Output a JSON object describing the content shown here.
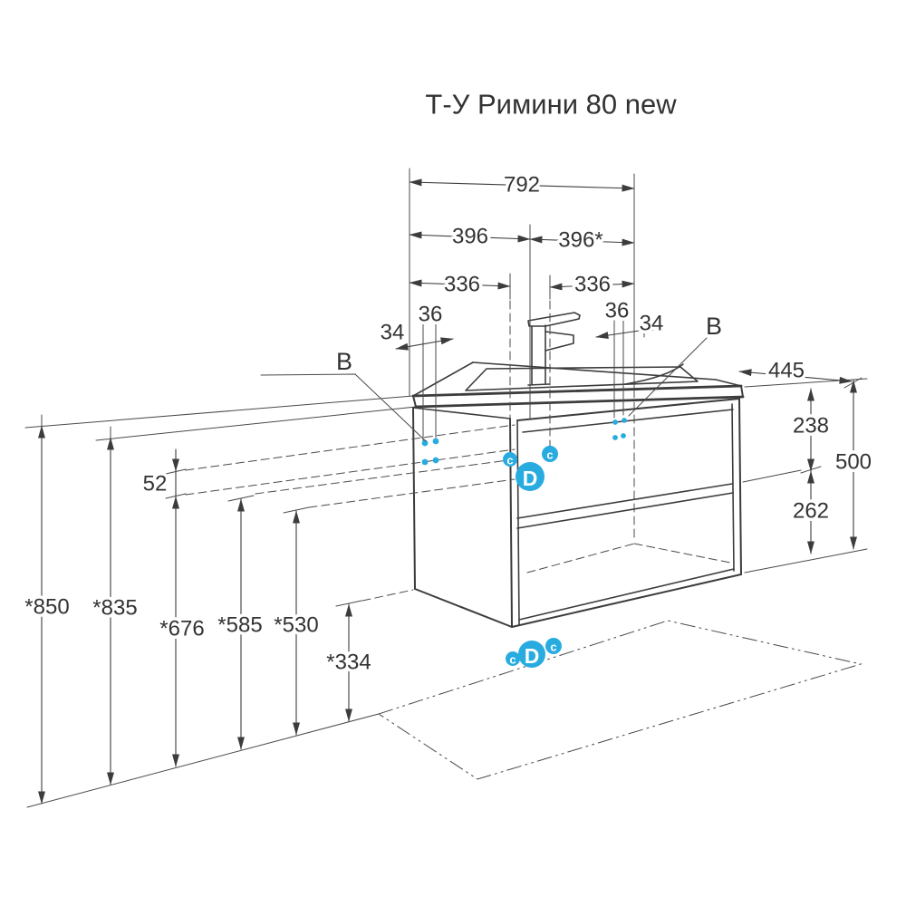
{
  "title": "Т-У Римини 80 new",
  "colors": {
    "line": "#3c3c3c",
    "accent": "#28ace0",
    "background": "#ffffff"
  },
  "dimensions": {
    "width_total": "792",
    "width_left_half": "396",
    "width_right_half": "396*",
    "width_inner_left": "336",
    "width_inner_right": "336",
    "hole_offset_36_left": "36",
    "hole_offset_34_left": "34",
    "hole_offset_36_right": "36",
    "hole_offset_34_right": "34",
    "depth": "445",
    "height_top_section": "238",
    "height_total": "500",
    "height_bottom_section": "262",
    "height_850": "*850",
    "height_835": "*835",
    "rail_gap": "52",
    "height_676": "*676",
    "height_585": "*585",
    "height_530": "*530",
    "height_334": "*334"
  },
  "callouts": {
    "b_left": "B",
    "b_right": "B",
    "front_c_left": "c",
    "front_d": "D",
    "front_c_right": "c",
    "bottom_c_left": "c",
    "bottom_d": "D",
    "bottom_c_right": "c"
  }
}
